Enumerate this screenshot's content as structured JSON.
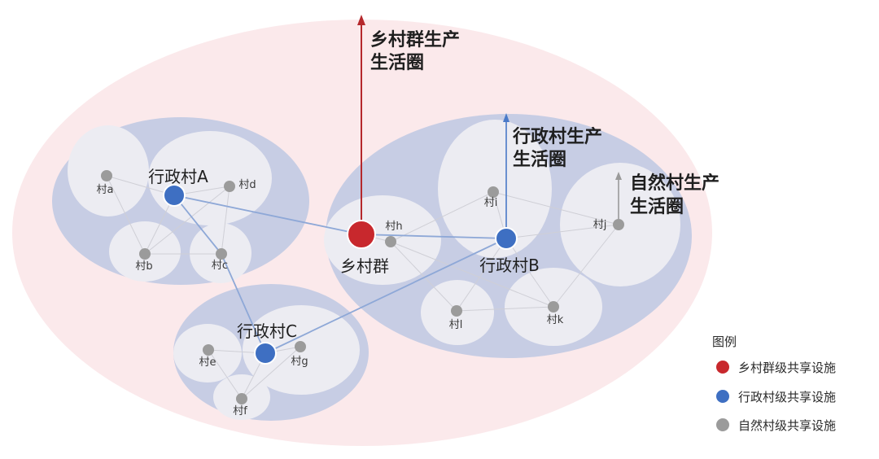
{
  "colors": {
    "outer_region": "#fbe9eb",
    "cluster_region": "#c7cde4",
    "village_region": "#ececf2",
    "township_facility": "#c8282d",
    "admin_facility": "#3e6fc2",
    "natural_facility": "#9b9b9b",
    "township_arrow": "#b5282c",
    "admin_arrow": "#4a7ac8",
    "natural_arrow": "#9a9a9a",
    "admin_link": "#8ea8d7",
    "natural_link": "#cfcfd6"
  },
  "circles": {
    "township": {
      "line1": "乡村群生产",
      "line2": "生活圈"
    },
    "admin": {
      "line1": "行政村生产",
      "line2": "生活圈"
    },
    "natural": {
      "line1": "自然村生产",
      "line2": "生活圈"
    }
  },
  "nodes": {
    "township": "乡村群",
    "admin_a": "行政村A",
    "admin_b": "行政村B",
    "admin_c": "行政村C",
    "villages": [
      "村a",
      "村b",
      "村c",
      "村d",
      "村e",
      "村f",
      "村g",
      "村h",
      "村i",
      "村j",
      "村k",
      "村l"
    ]
  },
  "legend": {
    "title": "图例",
    "items": [
      {
        "label": "乡村群级共享设施",
        "color": "#c8282d"
      },
      {
        "label": "行政村级共享设施",
        "color": "#3e6fc2"
      },
      {
        "label": "自然村级共享设施",
        "color": "#9b9b9b"
      }
    ]
  }
}
